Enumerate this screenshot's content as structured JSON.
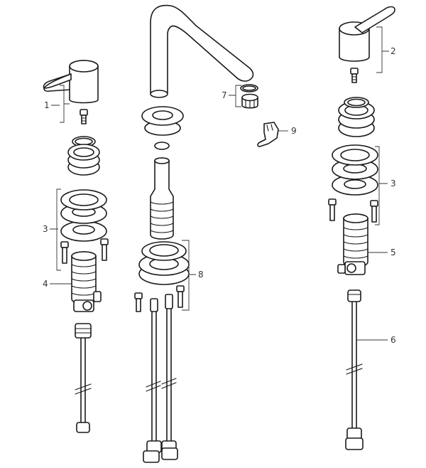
{
  "callouts": {
    "c1": "1",
    "c2": "2",
    "c3_left": "3",
    "c3_right": "3",
    "c4": "4",
    "c5": "5",
    "c6": "6",
    "c7": "7",
    "c8": "8",
    "c9": "9"
  },
  "colors": {
    "line": "#1a1a1a",
    "fill": "#ffffff",
    "label": "#333333"
  }
}
